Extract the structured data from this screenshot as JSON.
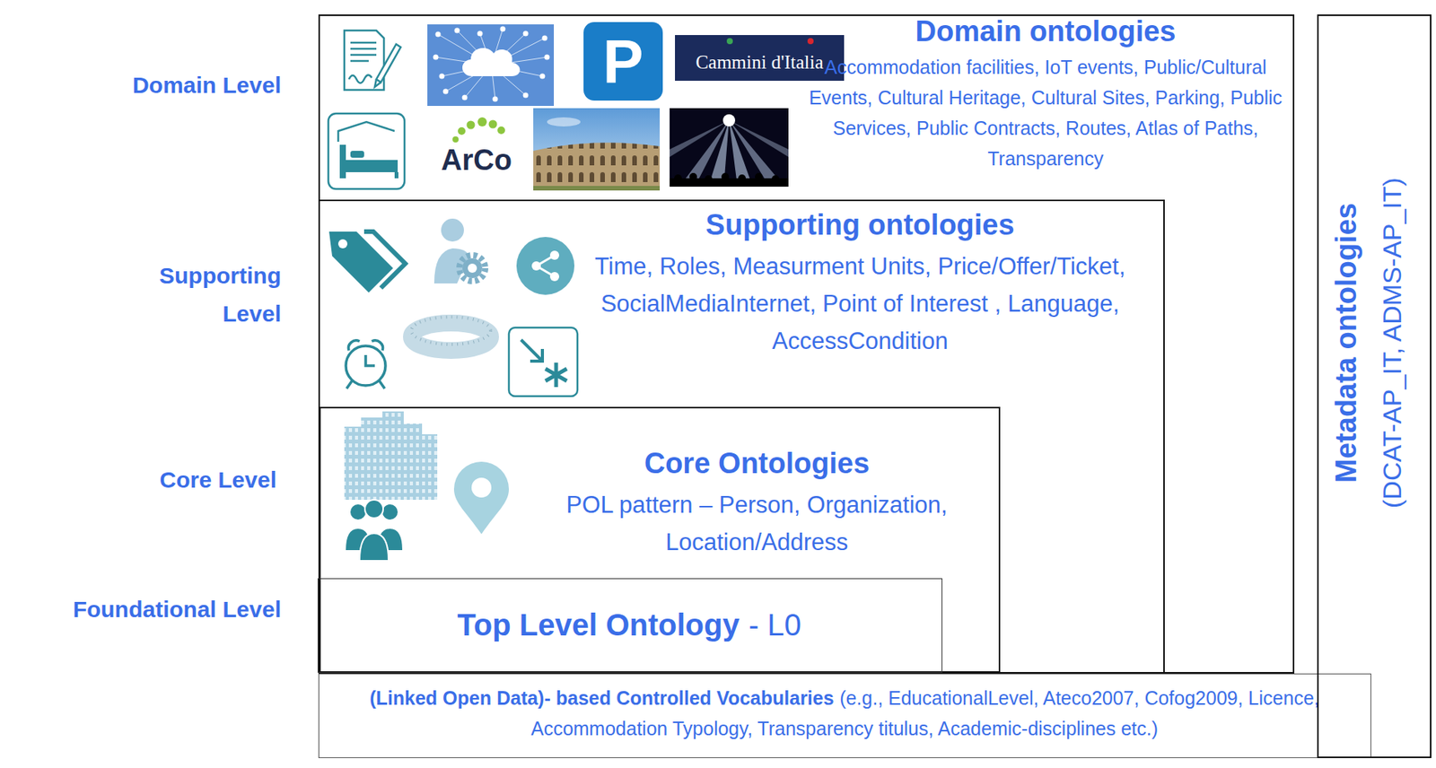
{
  "diagram": {
    "nodes": [
      {
        "text": [
          "Domain ontologies",
          "Accommodation facilities, IoT events, Public/Cultural Events, Cultural Heritage, Cultural Sites, Parking, Public Services, Public Contracts, Routes, Atlas of Paths, Transparency"
        ]
      },
      {
        "text": [
          "Supporting ontologies",
          "Time, Roles, Measurment Units, Price/Offer/Ticket, SocialMediaInternet, Point of Interest , Language, AccessCondition"
        ],
        "in": 0
      },
      {
        "text": [
          "Core Ontologies",
          "POL pattern – Person, Organization, Location/Address"
        ],
        "in": 1
      },
      {
        "text": [
          "Top Level Ontology",
          "- L0"
        ],
        "in": 2
      },
      {
        "text": [
          "(Linked Open Data)- based Controlled Vocabularies",
          "(e.g., EducationalLevel, Ateco2007, Cofog2009, Licence, Accommodation Typology, Transparency titulus, Academic-disciplines etc.)"
        ]
      },
      {
        "text": [
          "Metadata ontologies",
          "(DCAT-AP_IT, ADMS-AP_IT)"
        ]
      }
    ],
    "labels": [
      "Domain Level",
      "Supporting Level",
      "Core Level",
      "Foundational Level",
      "P",
      "Cammini d'Italia",
      "ArCo"
    ]
  }
}
